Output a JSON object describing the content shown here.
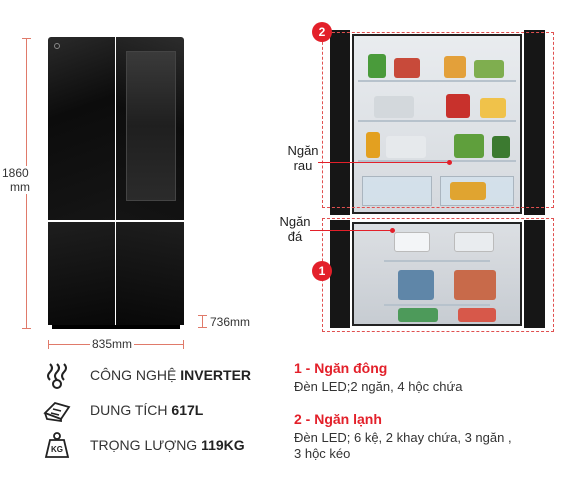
{
  "dimensions": {
    "height": "1860",
    "height_unit": "mm",
    "width": "835mm",
    "depth": "736mm"
  },
  "callouts": {
    "badge_freezer": "1",
    "badge_fridge": "2",
    "crisper_line1": "Ngăn",
    "crisper_line2": "rau",
    "ice_line1": "Ngăn",
    "ice_line2": "đá"
  },
  "specs": [
    {
      "icon": "inverter-icon",
      "prefix": "CÔNG NGHỆ ",
      "value": "INVERTER"
    },
    {
      "icon": "capacity-icon",
      "prefix": "DUNG TÍCH ",
      "value": "617L"
    },
    {
      "icon": "weight-icon",
      "prefix": "TRỌNG LƯỢNG ",
      "value": "119KG"
    }
  ],
  "weight_icon_label": "KG",
  "compartments": [
    {
      "title": "1 - Ngăn đông",
      "desc": "Đèn LED;2 ngăn, 4 hộc chứa"
    },
    {
      "title": "2 - Ngăn lạnh",
      "desc_line1": "Đèn LED; 6 kệ, 2 khay chứa, 3 ngăn ,",
      "desc_line2": "3 hộc kéo"
    }
  ],
  "colors": {
    "accent": "#e3202a",
    "dimension_line": "#e07a6a",
    "fridge_body": "#0d0d0d"
  }
}
